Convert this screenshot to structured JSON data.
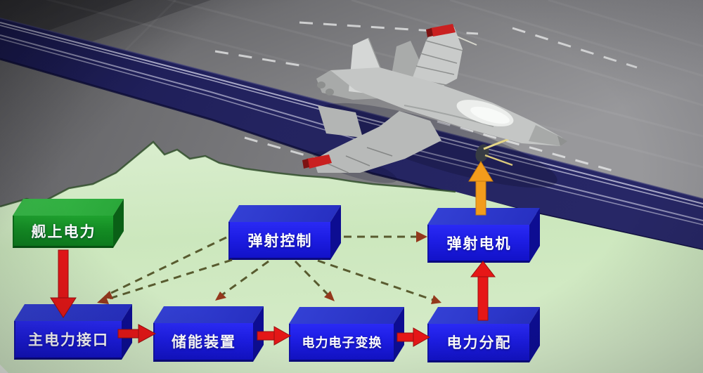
{
  "diagram": {
    "title_implicit": "舰载电磁弹射系统示意",
    "nodes": [
      {
        "id": "ship-power",
        "label": "舰上电力",
        "shape": "3d-box",
        "color": "#128a22"
      },
      {
        "id": "catapult-control",
        "label": "弹射控制",
        "shape": "3d-box",
        "color": "#1c1ce6"
      },
      {
        "id": "catapult-motor",
        "label": "弹射电机",
        "shape": "3d-box",
        "color": "#1c1ce6"
      },
      {
        "id": "main-power-interface",
        "label": "主电力接口",
        "shape": "3d-box",
        "color": "#1c1ce6"
      },
      {
        "id": "energy-storage",
        "label": "储能装置",
        "shape": "3d-box",
        "color": "#1c1ce6"
      },
      {
        "id": "power-electronics-conversion",
        "label": "电力电子变换",
        "shape": "3d-box",
        "color": "#1c1ce6"
      },
      {
        "id": "power-distribution",
        "label": "电力分配",
        "shape": "3d-box",
        "color": "#1c1ce6"
      }
    ],
    "edges": {
      "power_flow": [
        {
          "from": "ship-power",
          "to": "main-power-interface",
          "style": "solid-red-arrow"
        },
        {
          "from": "main-power-interface",
          "to": "energy-storage",
          "style": "solid-red-arrow"
        },
        {
          "from": "energy-storage",
          "to": "power-electronics-conversion",
          "style": "solid-red-arrow"
        },
        {
          "from": "power-electronics-conversion",
          "to": "power-distribution",
          "style": "solid-red-arrow"
        },
        {
          "from": "power-distribution",
          "to": "catapult-motor",
          "style": "solid-red-arrow"
        },
        {
          "from": "catapult-motor",
          "to": "aircraft-launch-shuttle",
          "style": "solid-orange-arrow"
        }
      ],
      "control_links": [
        {
          "from": "catapult-control",
          "to": "main-power-interface",
          "style": "dashed-arrow"
        },
        {
          "from": "catapult-control",
          "to": "energy-storage",
          "style": "dashed-arrow"
        },
        {
          "from": "catapult-control",
          "to": "power-electronics-conversion",
          "style": "dashed-arrow"
        },
        {
          "from": "catapult-control",
          "to": "power-distribution",
          "style": "dashed-arrow"
        },
        {
          "from": "catapult-control",
          "to": "catapult-motor",
          "style": "dashed-arrow"
        }
      ]
    },
    "colors": {
      "power_arrow": "#e61717",
      "launch_arrow": "#f39c1c",
      "control_dash": "#4c4c20",
      "node_blue": "#1c1ce6",
      "node_green": "#128a22",
      "deck_green": "#cfe8c2",
      "track_navy": "#22225e",
      "deck_gray": "#7d7d80"
    }
  }
}
